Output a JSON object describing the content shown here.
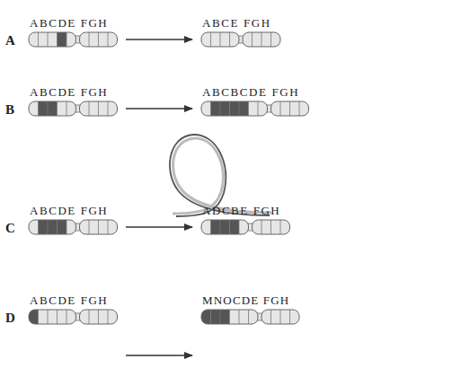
{
  "diagram": {
    "labels": [
      "A",
      "ABCDE FGH",
      "ABCE FGH",
      "B",
      "ABCDE FGH",
      "ABCBCDE FGH",
      "C",
      "ABCDE FGH",
      "ADCBE FGH",
      "D",
      "ABCDE FGH",
      "MNOCDE FGH"
    ]
  }
}
